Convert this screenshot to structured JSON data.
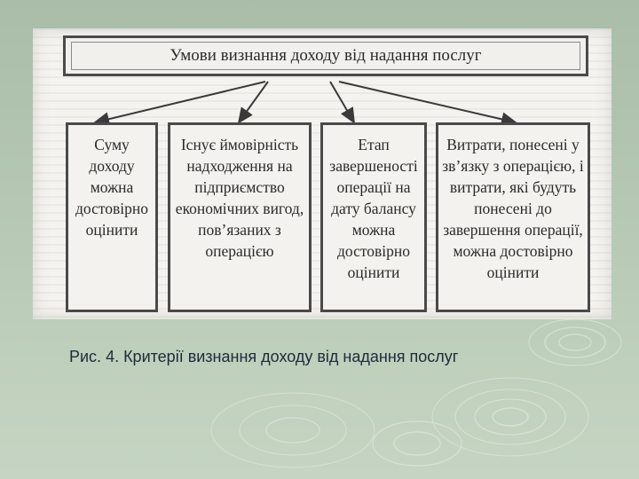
{
  "diagram": {
    "title": "Умови визнання доходу від надання послуг",
    "criteria": [
      "Суму доходу можна достовірно оцінити",
      "Існує ймовірність надходження на підприємство економічних вигод, пов’язаних з операцією",
      "Етап завершеності операції на дату балансу можна достовірно оцінити",
      "Витрати, понесені у зв’язку з операцією, і витрати, які будуть понесені до завершення операції, можна достовірно оцінити"
    ]
  },
  "caption": "Рис. 4. Критерії визнання доходу від надання послуг"
}
